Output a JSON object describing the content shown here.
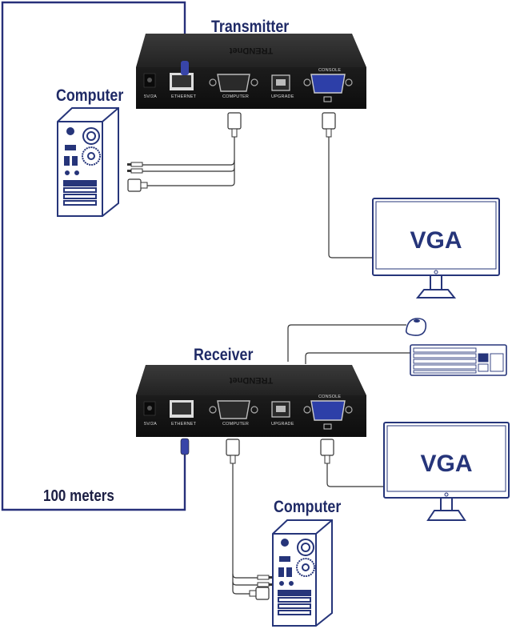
{
  "labels": {
    "transmitter": "Transmitter",
    "receiver": "Receiver",
    "computer_top": "Computer",
    "computer_bottom": "Computer",
    "distance": "100 meters"
  },
  "device": {
    "brand": "TRENDnet",
    "ports": {
      "power": "5V/2A",
      "ethernet": "ETHERNET",
      "computer": "COMPUTER",
      "upgrade": "UPGRADE",
      "console": "CONSOLE"
    }
  },
  "monitors": {
    "top_screen": "VGA",
    "bottom_screen": "VGA"
  },
  "colors": {
    "accent_navy": "#26357a",
    "cable_line": "#2a2a2a",
    "ethernet_cable": "#27307a",
    "device_body": "#1a1a1a",
    "vga_port_blue": "#2d3fa8"
  }
}
